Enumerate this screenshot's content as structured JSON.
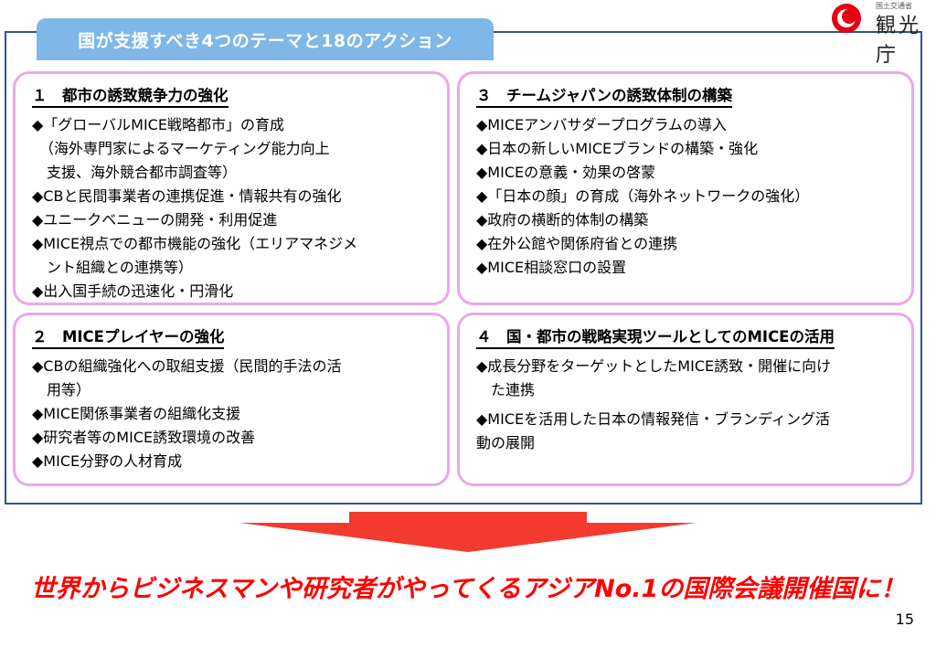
{
  "header": {
    "title": "国が支援すべき4つのテーマと18のアクション"
  },
  "logo": {
    "ministry": "国土交通省",
    "agency": "観光庁",
    "icon": "red-circle-logo"
  },
  "panels": [
    {
      "title": "１　都市の誘致競争力の強化",
      "lines": [
        "◆「グローバルMICE戦略都市」の育成",
        "　（海外専門家によるマーケティング能力向上",
        "　支援、海外競合都市調査等）",
        "◆CBと民間事業者の連携促進・情報共有の強化",
        "◆ユニークベニューの開発・利用促進",
        "◆MICE視点での都市機能の強化（エリアマネジメ",
        "　ント組織との連携等）",
        "◆出入国手続の迅速化・円滑化"
      ]
    },
    {
      "title": "３　チームジャパンの誘致体制の構築",
      "lines": [
        "◆MICEアンバサダープログラムの導入",
        "◆日本の新しいMICEブランドの構築・強化",
        "◆MICEの意義・効果の啓蒙",
        "◆「日本の顔」の育成（海外ネットワークの強化）",
        "◆政府の横断的体制の構築",
        "◆在外公館や関係府省との連携",
        "◆MICE相談窓口の設置"
      ]
    },
    {
      "title": "２　MICEプレイヤーの強化",
      "lines": [
        "◆CBの組織強化への取組支援（民間的手法の活",
        "　用等）",
        "◆MICE関係事業者の組織化支援",
        "◆研究者等のMICE誘致環境の改善",
        "◆MICE分野の人材育成"
      ]
    },
    {
      "title": "４　国・都市の戦略実現ツールとしてのMICEの活用",
      "lines": [
        "◆成長分野をターゲットとしたMICE誘致・開催に向け",
        "　た連携",
        "◆MICEを活用した日本の情報発信・ブランディング活",
        "動の展開"
      ]
    }
  ],
  "headline": "世界からビジネスマンや研究者がやってくるアジアNo.1の国際会議開催国に！",
  "page_number": "15",
  "colors": {
    "header_bg": "#7fb7e8",
    "frame_border": "#2f5496",
    "panel_border": "#e9a9e6",
    "arrow_fill": "#f23a2f",
    "headline": "#ff0000",
    "logo_red": "#e60012"
  }
}
